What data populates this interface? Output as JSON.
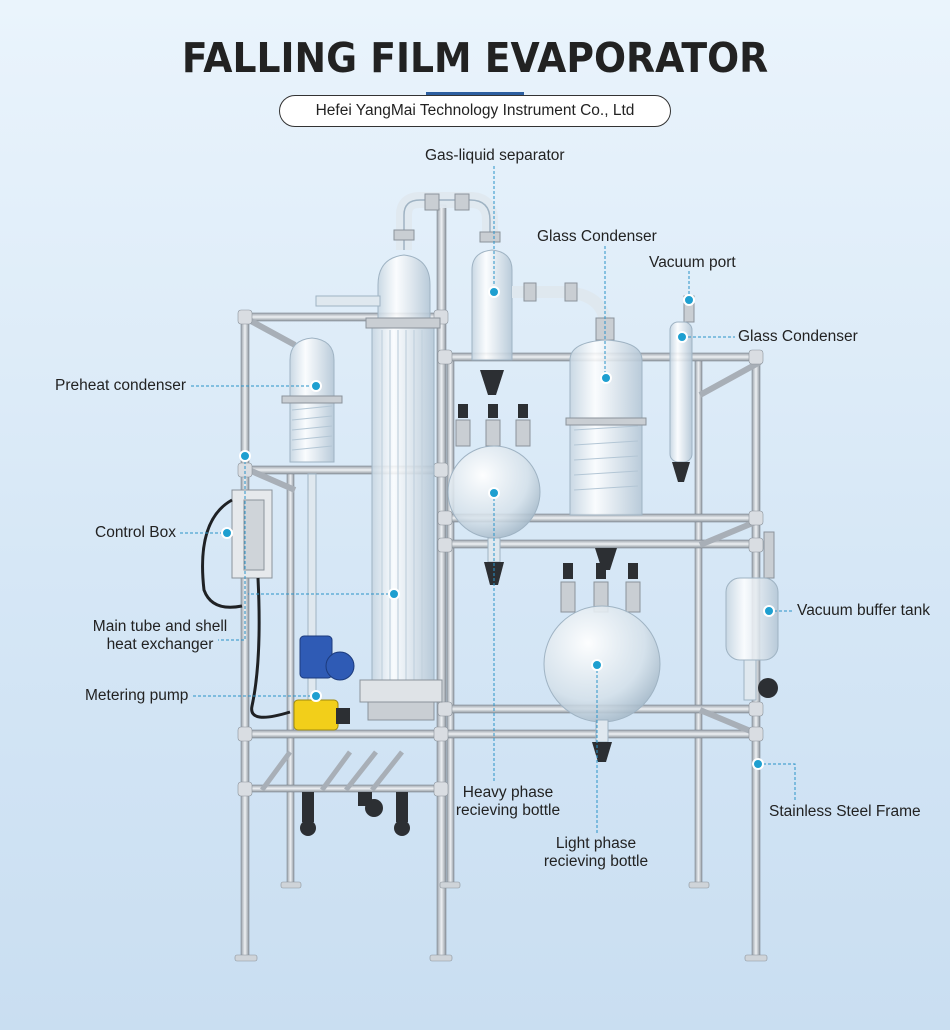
{
  "title": "FALLING FILM EVAPORATOR",
  "subtitle": "Hefei YangMai Technology Instrument  Co., Ltd",
  "colors": {
    "callout": "#1e9fd0",
    "title_rule": "#2d5fa0",
    "frame": "#b9bfc6"
  },
  "labels": {
    "gas_liquid_separator": "Gas-liquid separator",
    "glass_condenser_top": "Glass Condenser",
    "vacuum_port": "Vacuum port",
    "glass_condenser_right": "Glass Condenser",
    "preheat_condenser": "Preheat condenser",
    "control_box": "Control Box",
    "main_tube_1": "Main tube and shell",
    "main_tube_2": "heat exchanger",
    "vacuum_buffer_tank": "Vacuum buffer tank",
    "metering_pump": "Metering pump",
    "heavy_phase_1": "Heavy phase",
    "heavy_phase_2": "recieving bottle",
    "light_phase_1": "Light phase",
    "light_phase_2": "recieving bottle",
    "stainless_frame": "Stainless Steel Frame"
  }
}
